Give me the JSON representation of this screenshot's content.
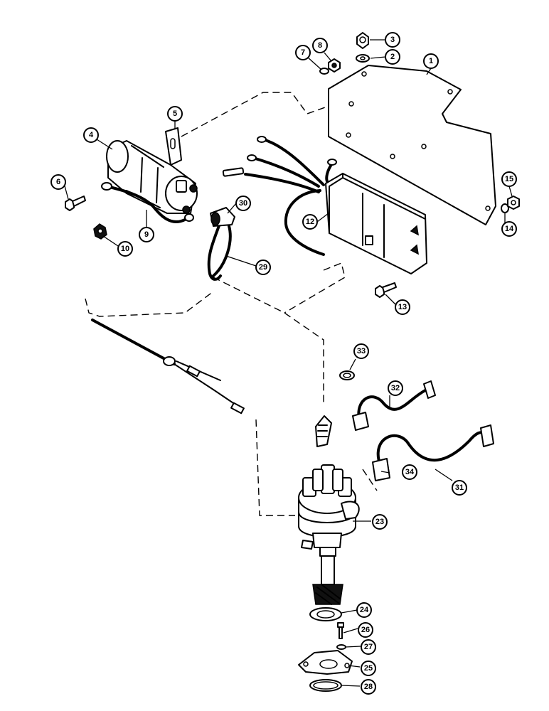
{
  "callouts": [
    {
      "label": "1"
    },
    {
      "label": "2"
    },
    {
      "label": "3"
    },
    {
      "label": "4"
    },
    {
      "label": "5"
    },
    {
      "label": "6"
    },
    {
      "label": "7"
    },
    {
      "label": "8"
    },
    {
      "label": "9"
    },
    {
      "label": "10"
    },
    {
      "label": "12"
    },
    {
      "label": "13"
    },
    {
      "label": "14"
    },
    {
      "label": "15"
    },
    {
      "label": "23"
    },
    {
      "label": "24"
    },
    {
      "label": "25"
    },
    {
      "label": "26"
    },
    {
      "label": "27"
    },
    {
      "label": "28"
    },
    {
      "label": "29"
    },
    {
      "label": "30"
    },
    {
      "label": "31"
    },
    {
      "label": "32"
    },
    {
      "label": "33"
    },
    {
      "label": "34"
    }
  ]
}
